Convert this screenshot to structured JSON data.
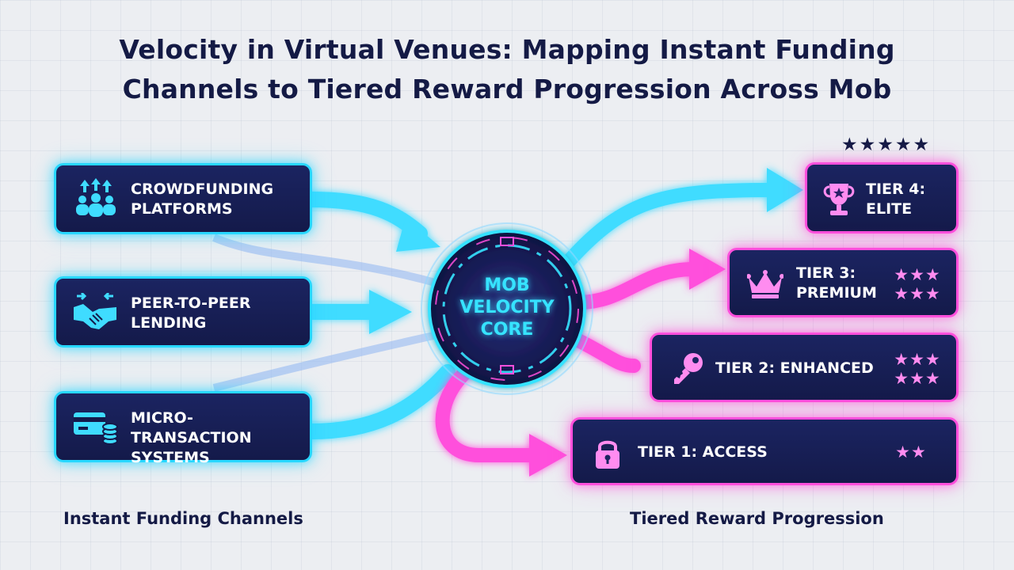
{
  "title": {
    "line1": "Velocity in Virtual Venues: Mapping Instant Funding",
    "line2": "Channels to Tiered Reward Progression Across Mob"
  },
  "core": {
    "line1": "MOB",
    "line2": "VELOCITY",
    "line3": "CORE"
  },
  "funding_channels": [
    {
      "line1": "CROWDFUNDING",
      "line2": "PLATFORMS",
      "icon": "crowd-icon"
    },
    {
      "line1": "PEER-TO-PEER",
      "line2": "LENDING",
      "icon": "handshake-icon"
    },
    {
      "line1": "MICRO-TRANSACTION",
      "line2": "SYSTEMS",
      "icon": "card-coins-icon"
    }
  ],
  "tiers": [
    {
      "line1": "TIER 4:",
      "line2": "ELITE",
      "icon": "trophy-icon"
    },
    {
      "line1": "TIER 3:",
      "line2": "PREMIUM",
      "icon": "crown-icon",
      "stars": "★★★\n★★★"
    },
    {
      "line1": "TIER 2: ENHANCED",
      "icon": "key-icon",
      "stars": "★★★\n★★★"
    },
    {
      "line1": "TIER 1: ACCESS",
      "icon": "lock-icon",
      "stars": "★★"
    }
  ],
  "elite_stars": "★★★★★",
  "captions": {
    "left": "Instant Funding Channels",
    "right": "Tiered Reward Progression"
  },
  "colors": {
    "cyan": "#27d7ff",
    "pink": "#ff4fdc",
    "navy": "#141a45",
    "box_fill": "#1b2461"
  }
}
